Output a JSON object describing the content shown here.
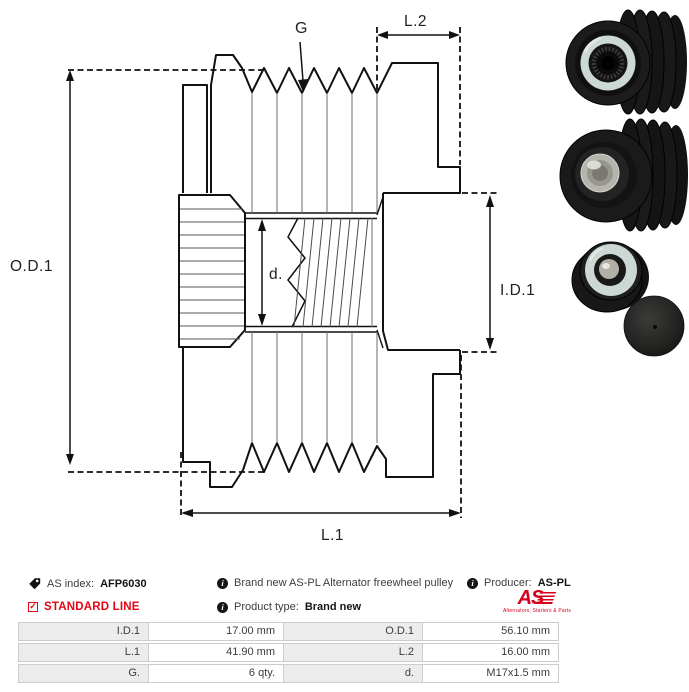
{
  "drawing": {
    "labels": {
      "od1": "O.D.1",
      "l2": "L.2",
      "g": "G",
      "d": "d.",
      "id1": "I.D.1",
      "l1": "L.1"
    }
  },
  "info": {
    "as_index": {
      "label": "AS index:",
      "value": "AFP6030"
    },
    "standard_line": "STANDARD LINE",
    "description": "Brand new AS-PL Alternator freewheel pulley",
    "product_type": {
      "label": "Product type:",
      "value": "Brand new"
    },
    "producer": {
      "label": "Producer:",
      "value": "AS-PL"
    },
    "logo": {
      "text": "AS",
      "tagline": "Alternators, Starters & Parts"
    }
  },
  "specs": {
    "rows": [
      {
        "label": "I.D.1",
        "value": "17.00 mm",
        "label2": "O.D.1",
        "value2": "56.10 mm"
      },
      {
        "label": "L.1",
        "value": "41.90 mm",
        "label2": "L.2",
        "value2": "16.00 mm"
      },
      {
        "label": "G.",
        "value": "6 qty.",
        "label2": "d.",
        "value2": "M17x1.5 mm"
      }
    ]
  },
  "colors": {
    "accent_red": "#e30613",
    "logo_red": "#d6001c",
    "table_label_bg": "#ececec",
    "table_border": "#cccccc",
    "pulley_ring_mint": "#ccd8d2",
    "pulley_body_black": "#1a1a1a"
  }
}
